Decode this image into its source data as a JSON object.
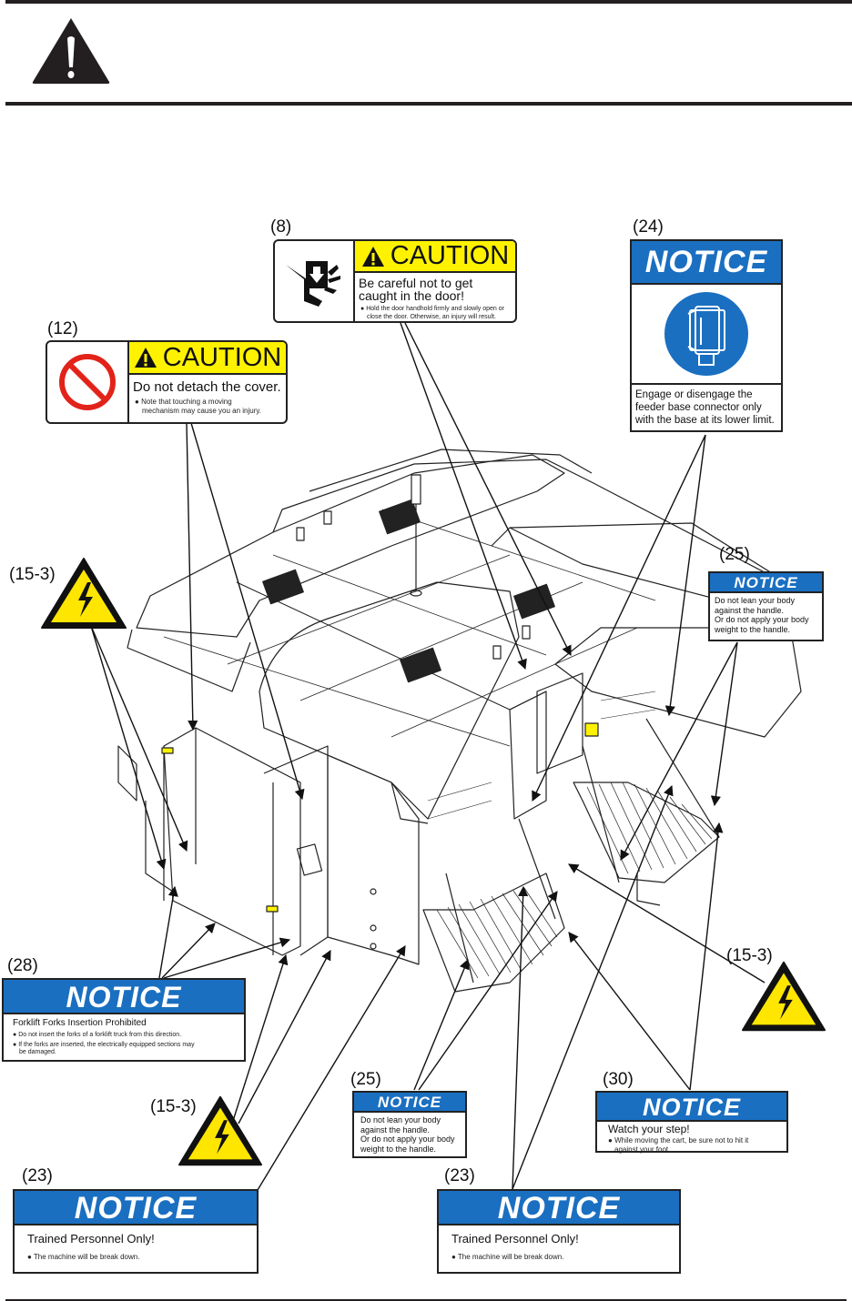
{
  "page": {
    "header_icon": "warning-triangle-icon"
  },
  "labels": {
    "l8": {
      "ref": "(8)",
      "type": "caution",
      "icon": "hand-crush-door-icon",
      "heading": "CAUTION",
      "main_line1": "Be careful not to get",
      "main_line2": "caught in the door!",
      "bullet_line1": "Hold the door handhold firmly and slowly open or",
      "bullet_line2": "close the door. Otherwise, an injury will result."
    },
    "l12": {
      "ref": "(12)",
      "type": "caution",
      "icon": "prohibition-icon",
      "heading": "CAUTION",
      "main_line1": "Do not detach the cover.",
      "bullet_line1": "Note that touching a moving",
      "bullet_line2": "mechanism may cause you an injury."
    },
    "l24": {
      "ref": "(24)",
      "type": "notice",
      "icon": "feeder-connector-icon",
      "heading": "NOTICE",
      "line1": "Engage or disengage the",
      "line2": "feeder base connector only",
      "line3": "with the base at its lower limit."
    },
    "l25a": {
      "ref": "(25)",
      "type": "notice",
      "heading": "NOTICE",
      "line1": "Do not lean your body",
      "line2": "against the handle.",
      "line3": "Or do not apply your body",
      "line4": "weight to the handle."
    },
    "l25b": {
      "ref": "(25)",
      "type": "notice",
      "heading": "NOTICE",
      "line1": "Do not lean your body",
      "line2": "against the handle.",
      "line3": "Or do not apply your body",
      "line4": "weight to the handle."
    },
    "l28": {
      "ref": "(28)",
      "type": "notice",
      "heading": "NOTICE",
      "title": "Forklift Forks Insertion Prohibited",
      "bullet1": "Do not insert the forks of a forklift truck from this direction.",
      "bullet2_line1": "If the forks are inserted,  the electrically equipped sections may",
      "bullet2_line2": "be damaged."
    },
    "l30": {
      "ref": "(30)",
      "type": "notice",
      "heading": "NOTICE",
      "title": "Watch your step!",
      "bullet_line1": "While moving the cart, be sure not to hit it",
      "bullet_line2": "against your foot."
    },
    "l23a": {
      "ref": "(23)",
      "type": "notice",
      "heading": "NOTICE",
      "title": "Trained Personnel Only!",
      "bullet": "The machine will be break down."
    },
    "l23b": {
      "ref": "(23)",
      "type": "notice",
      "heading": "NOTICE",
      "title": "Trained Personnel Only!",
      "bullet": "The machine will be break down."
    },
    "l15a": {
      "ref": "(15-3)",
      "type": "hazard",
      "icon": "electric-shock-hazard-icon"
    },
    "l15b": {
      "ref": "(15-3)",
      "type": "hazard",
      "icon": "electric-shock-hazard-icon"
    },
    "l15c": {
      "ref": "(15-3)",
      "type": "hazard",
      "icon": "electric-shock-hazard-icon"
    }
  },
  "colors": {
    "caution_yellow": "#fff200",
    "notice_blue": "#1a6fc1",
    "prohibition_red": "#e2231a",
    "hazard_yellow": "#ffe600"
  },
  "bullet": "●"
}
